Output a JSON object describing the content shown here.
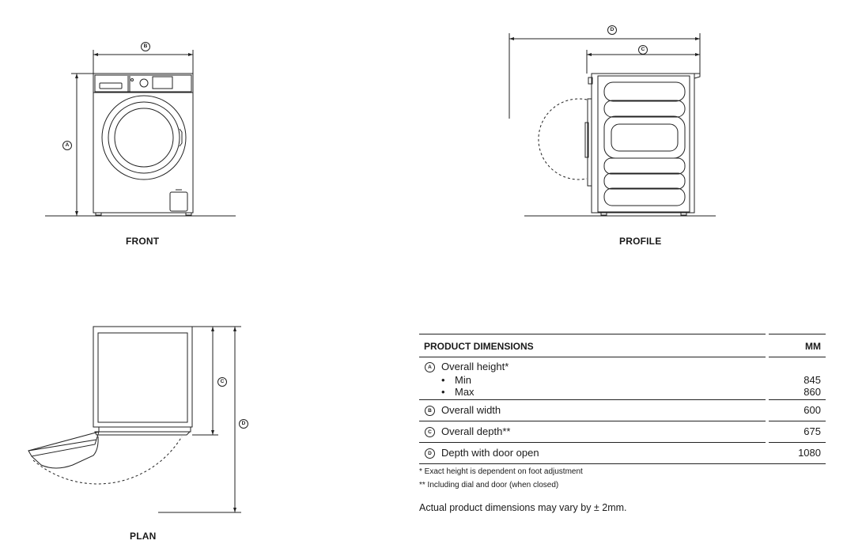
{
  "views": {
    "front": "FRONT",
    "profile": "PROFILE",
    "plan": "PLAN"
  },
  "markers": {
    "a": "A",
    "b": "B",
    "c": "C",
    "d": "D"
  },
  "table": {
    "title": "PRODUCT DIMENSIONS",
    "unit": "MM",
    "rows": [
      {
        "marker": "A",
        "label": "Overall height*",
        "value": ""
      },
      {
        "marker": "B",
        "label": "Overall width",
        "value": "600"
      },
      {
        "marker": "C",
        "label": "Overall depth**",
        "value": "675"
      },
      {
        "marker": "D",
        "label": "Depth with door open",
        "value": "1080"
      }
    ],
    "height_sub": [
      {
        "label": "Min",
        "value": "845"
      },
      {
        "label": "Max",
        "value": "860"
      }
    ],
    "bullet": "•"
  },
  "notes": [
    "* Exact height is dependent on foot adjustment",
    "** Including dial and door (when closed)"
  ],
  "disclaimer": "Actual product dimensions may vary by ± 2mm."
}
